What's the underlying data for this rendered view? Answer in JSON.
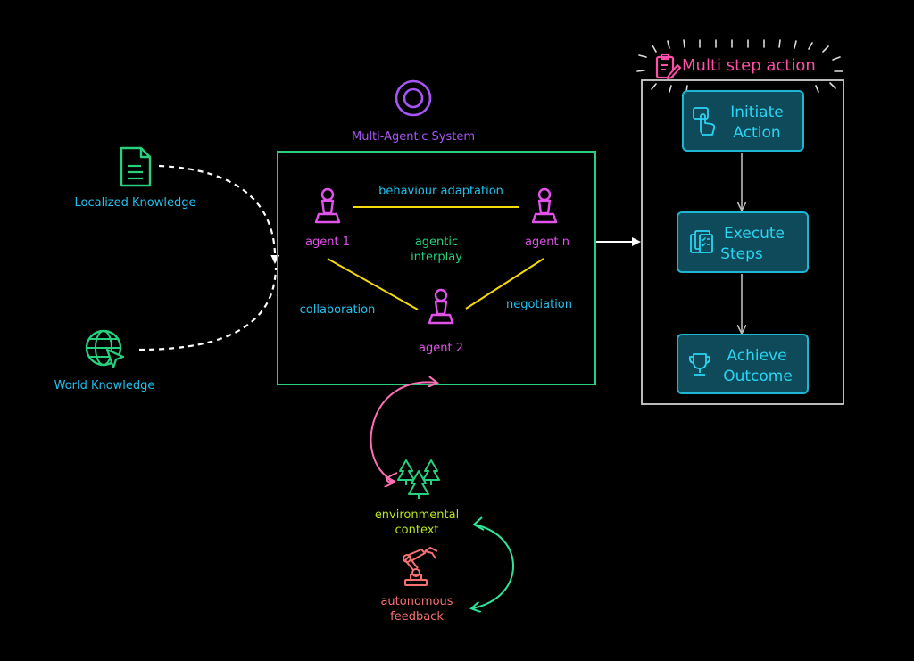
{
  "knowledge": {
    "localized": "Localized Knowledge",
    "world": "World Knowledge"
  },
  "system": {
    "title": "Multi-Agentic System",
    "agent1": "agent 1",
    "agentn": "agent n",
    "agent2": "agent 2",
    "behaviour": "behaviour adaptation",
    "interplay_line1": "agentic",
    "interplay_line2": "interplay",
    "collaboration": "collaboration",
    "negotiation": "negotiation"
  },
  "environment": {
    "line1": "environmental",
    "line2": "context"
  },
  "feedback": {
    "line1": "autonomous",
    "line2": "feedback"
  },
  "multistep": {
    "title": "Multi step action",
    "steps": [
      {
        "line1": "Initiate",
        "line2": "Action",
        "icon": "hand-pointer-icon"
      },
      {
        "line1": "Execute",
        "line2": "Steps",
        "icon": "checklist-icon"
      },
      {
        "line1": "Achieve",
        "line2": "Outcome",
        "icon": "trophy-icon"
      }
    ]
  },
  "colors": {
    "green": "#26d07c",
    "cyan": "#22c1ee",
    "violet": "#a855f7",
    "magenta": "#e052e8",
    "yellow": "#f5d90a",
    "lime": "#b8e61e",
    "salmon": "#f87171",
    "pink": "#ff4fa8",
    "step_fill": "#0e4a59"
  }
}
